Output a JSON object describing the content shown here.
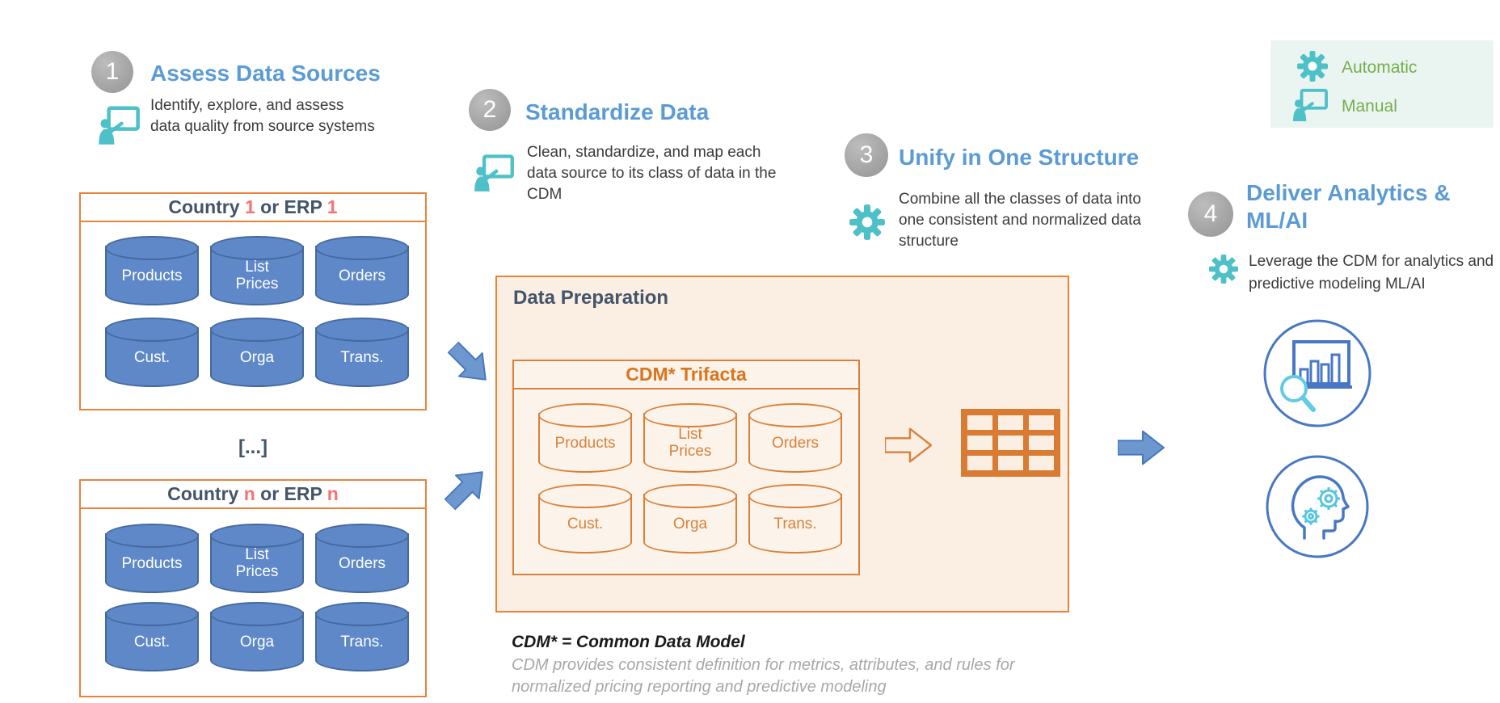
{
  "legend": {
    "automatic": "Automatic",
    "manual": "Manual"
  },
  "steps": [
    {
      "num": "1",
      "title": "Assess Data Sources",
      "desc": "Identify, explore, and assess data quality from source systems",
      "mode_icon": "manual-icon"
    },
    {
      "num": "2",
      "title": "Standardize Data",
      "desc": "Clean, standardize, and map each data source to its class of data in the CDM",
      "mode_icon": "manual-icon"
    },
    {
      "num": "3",
      "title": "Unify in One Structure",
      "desc": "Combine all the classes of data into one consistent and normalized data structure",
      "mode_icon": "gear-icon"
    },
    {
      "num": "4",
      "title": "Deliver Analytics & ML/AI",
      "desc": "Leverage the CDM for analytics and predictive modeling ML/AI",
      "mode_icon": "gear-icon"
    }
  ],
  "source_box_1": {
    "title": [
      "Country ",
      "1",
      " or ERP ",
      "1"
    ]
  },
  "source_box_n": {
    "title": [
      "Country ",
      "n",
      " or ERP ",
      "n"
    ]
  },
  "databases": [
    "Products",
    "List\nPrices",
    "Orders",
    "Cust.",
    "Orga",
    "Trans."
  ],
  "ellipsis": "[...]",
  "data_preparation": {
    "title": "Data Preparation",
    "cdm_box_title": "CDM* Trifacta"
  },
  "footnote": {
    "definition": "CDM* = Common Data Model",
    "note_line1": "CDM provides consistent definition for metrics, attributes, and rules for",
    "note_line2": "normalized pricing reporting and predictive modeling"
  },
  "colors": {
    "heading_blue": "#5B9BD5",
    "navy": "#44546A",
    "accent_orange": "#E8833C",
    "orange_text": "#D9751F",
    "accent_teal": "#4EC0C8",
    "legend_green": "#76AD4B",
    "legend_bg": "#EAF5F2",
    "coral_number": "#F87272",
    "cylinder_blue_fill": "#5E88C8",
    "dataprep_bg": "#FBEFE3",
    "arrow_blue": "#6D97CF"
  }
}
